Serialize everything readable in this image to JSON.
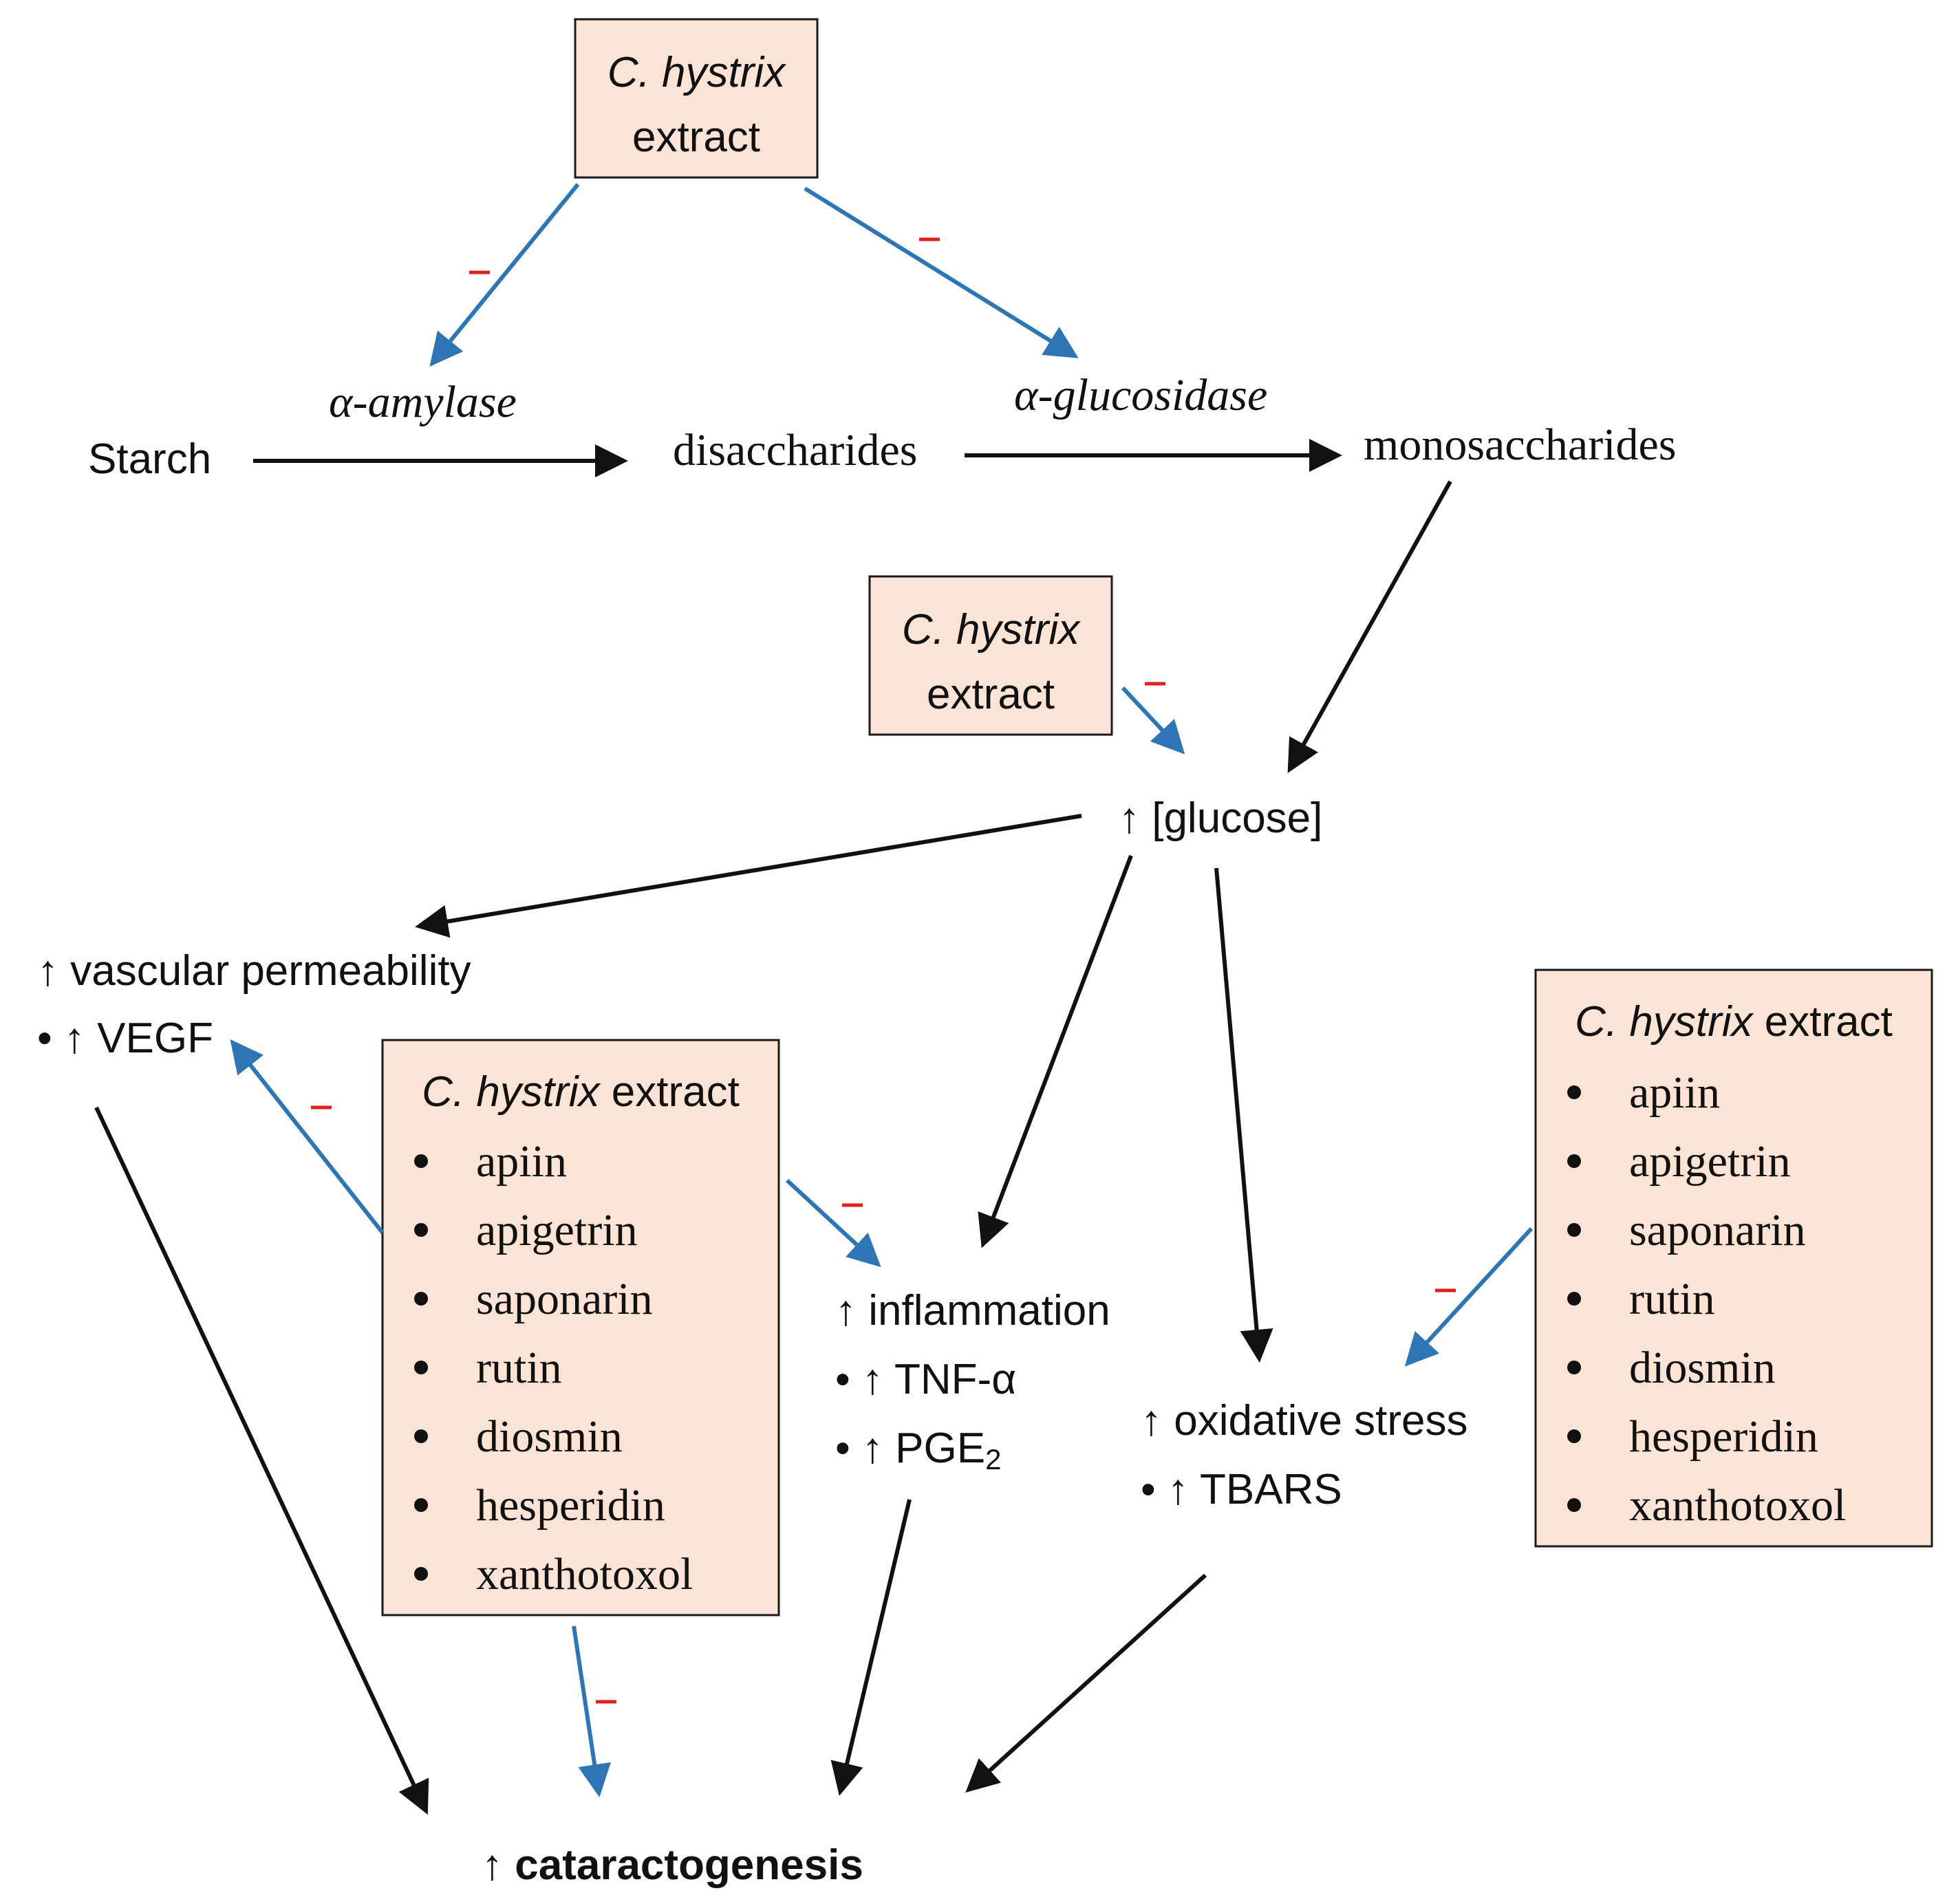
{
  "extract_box": {
    "name": "C. hystrix",
    "label": "extract",
    "compounds": [
      "apiin",
      "apigetrin",
      "saponarin",
      "rutin",
      "diosmin",
      "hesperidin",
      "xanthotoxol"
    ]
  },
  "pathway": {
    "starch": "Starch",
    "disaccharides": "disaccharides",
    "monosaccharides": "monosaccharides",
    "enzyme_1": "α-amylase",
    "enzyme_2": "α-glucosidase",
    "glucose": "↑ [glucose]"
  },
  "effects": {
    "vascular": "↑ vascular permeability",
    "vegf": "• ↑ VEGF",
    "inflammation": "↑ inflammation",
    "tnf": "• ↑ TNF-α",
    "pge_prefix": "• ↑ PGE",
    "pge_sub": "2",
    "oxidative": "↑ oxidative stress",
    "tbars": "• ↑ TBARS",
    "outcome_arrow": "↑",
    "outcome": "cataractogenesis"
  },
  "inhibition_sign": "−",
  "colors": {
    "box_fill": "#FBE3D6",
    "inhibit_arrow": "#2E75B6",
    "inhibit_sign": "#E0201B",
    "flow_arrow": "#111111"
  }
}
